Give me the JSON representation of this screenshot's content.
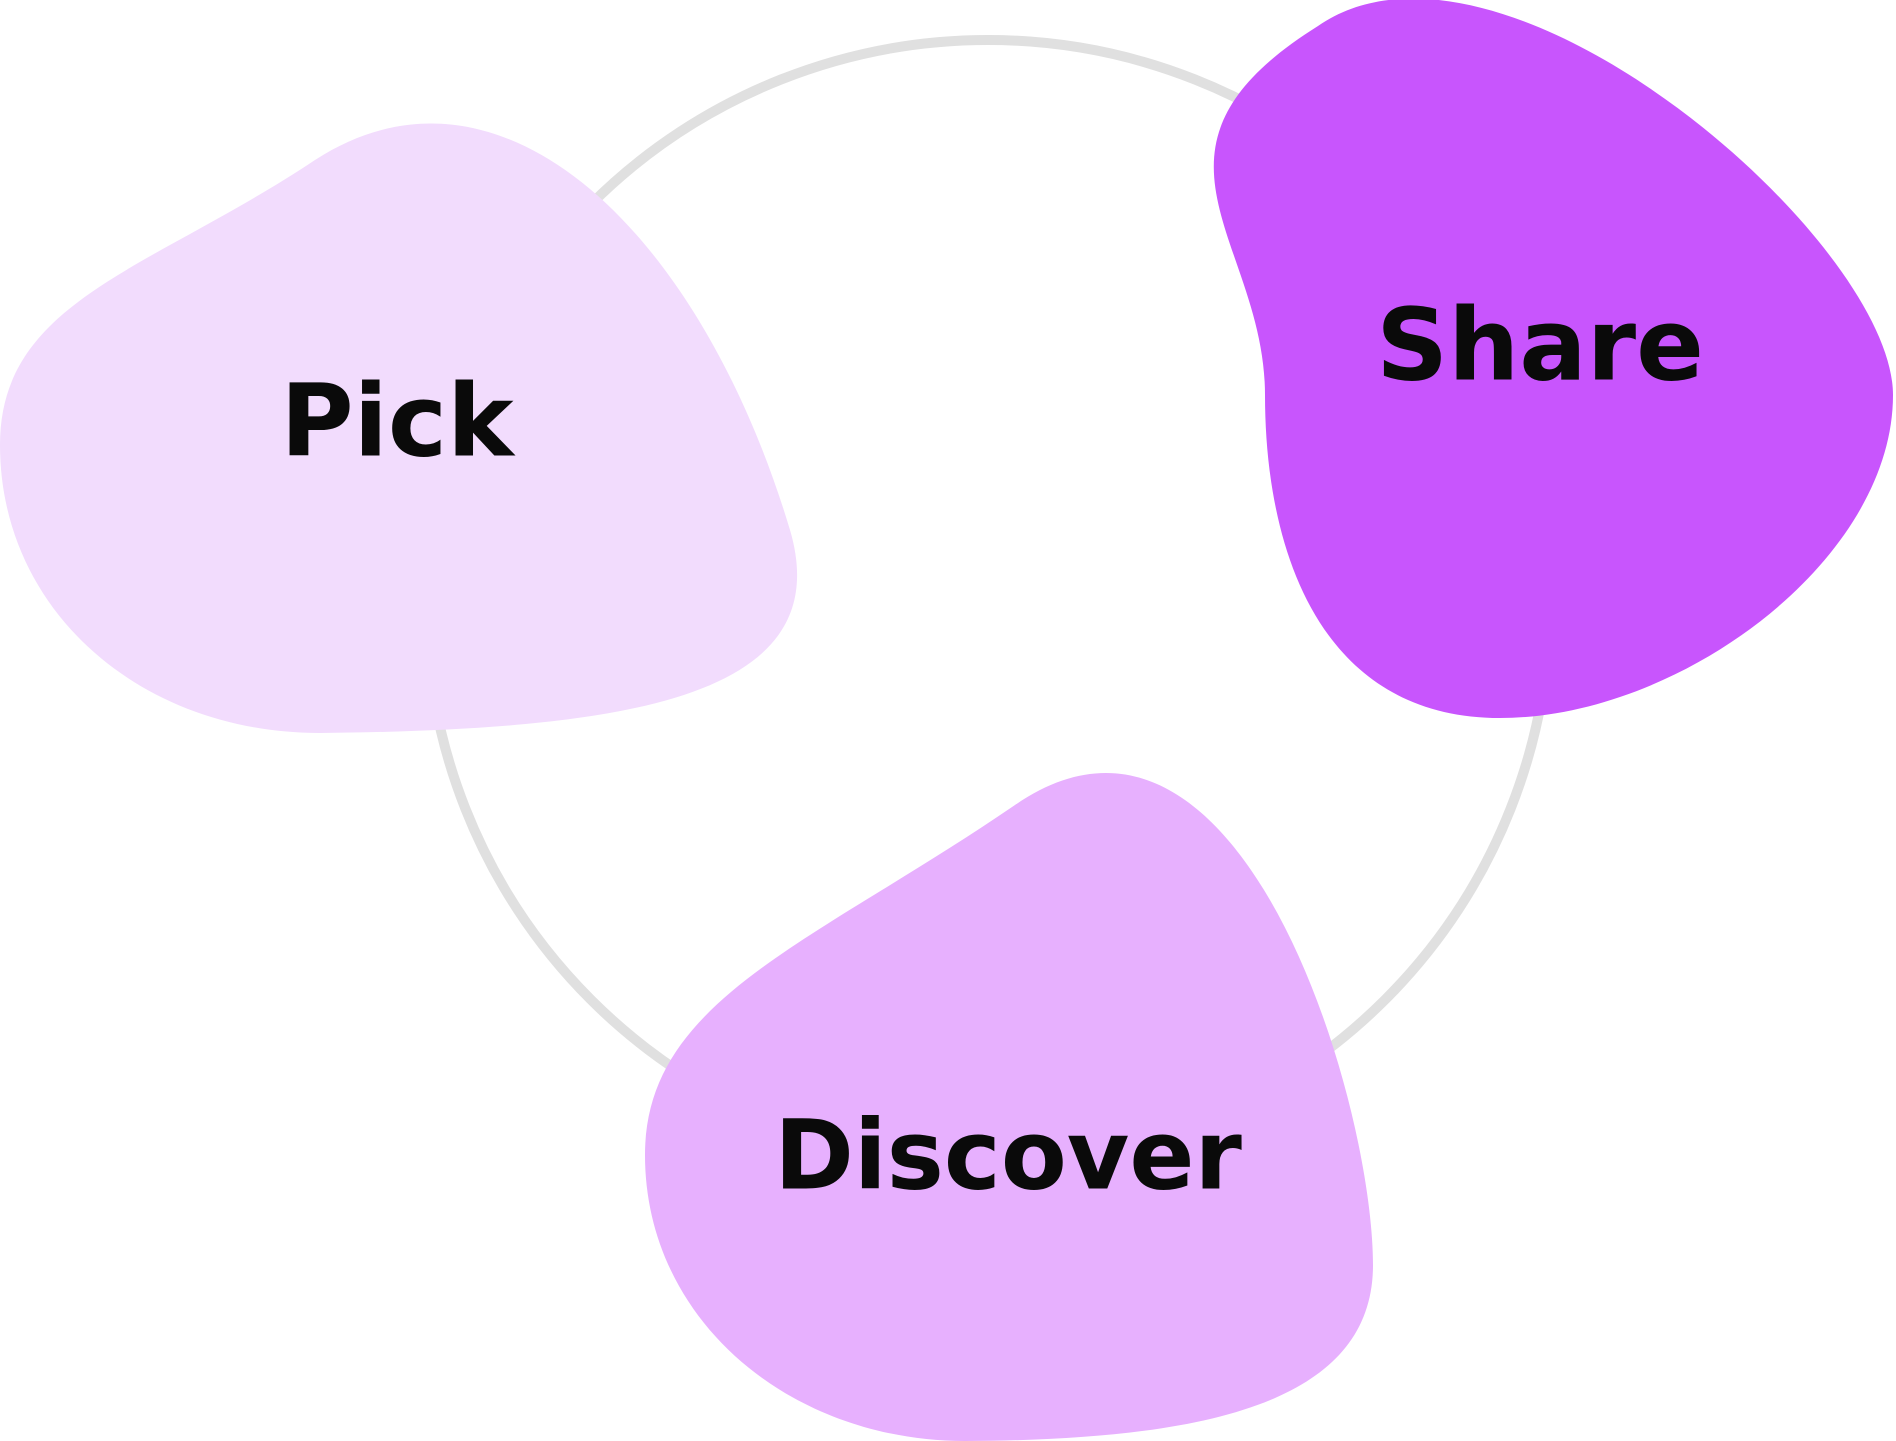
{
  "diagram": {
    "ring_color": "#e0e0e0",
    "nodes": [
      {
        "id": "pick",
        "label": "Pick",
        "color": "#f2dcfd"
      },
      {
        "id": "share",
        "label": "Share",
        "color": "#c855fd"
      },
      {
        "id": "discover",
        "label": "Discover",
        "color": "#e7b0fe"
      }
    ]
  }
}
